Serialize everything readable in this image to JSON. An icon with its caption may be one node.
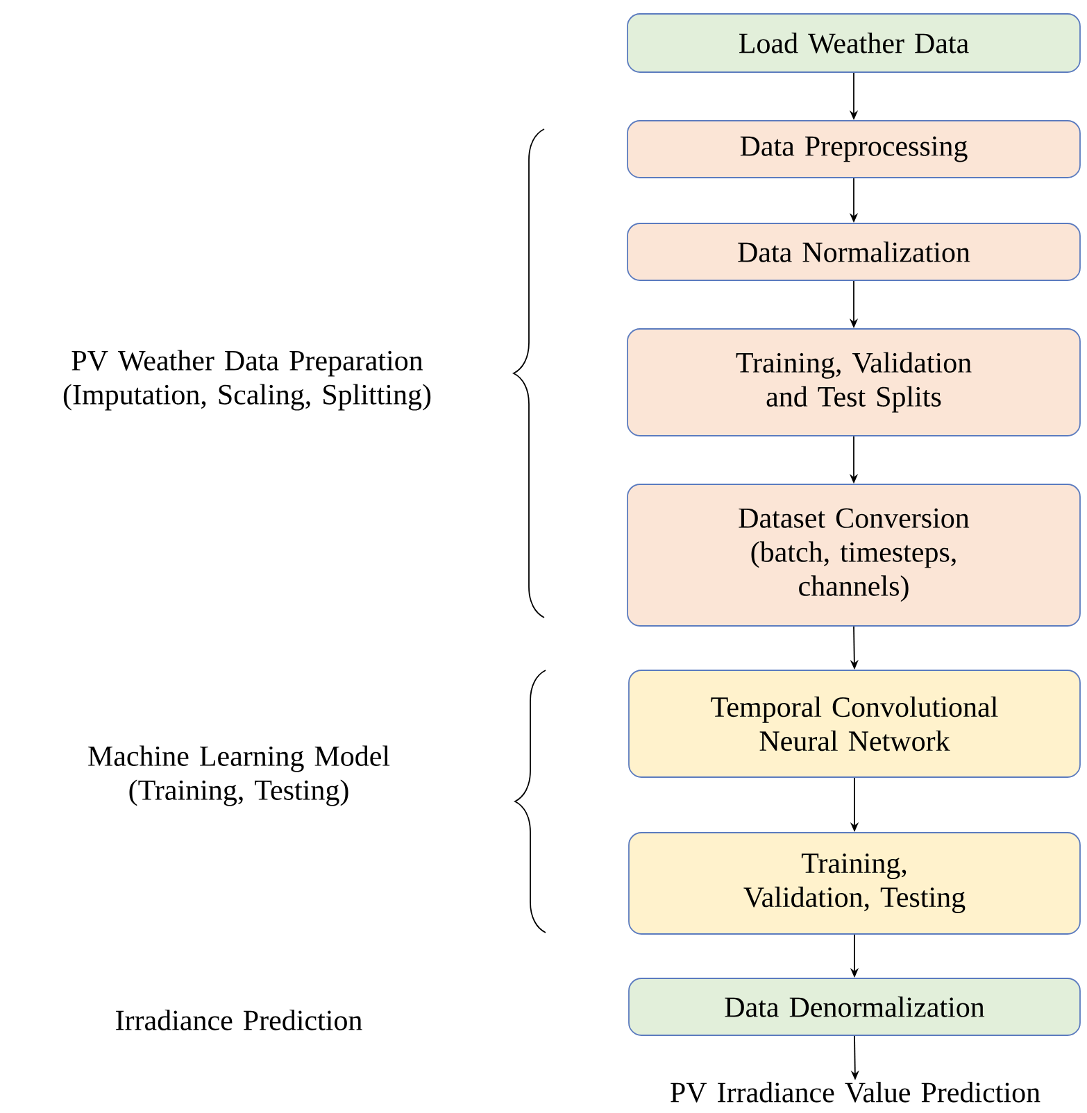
{
  "diagram": {
    "nodes": [
      {
        "text": [
          "Load Weather Data"
        ]
      },
      {
        "text": [
          "Data Preprocessing"
        ]
      },
      {
        "text": [
          "Data Normalization"
        ]
      },
      {
        "text": [
          "Training, Validation and Test Splits"
        ]
      },
      {
        "text": [
          "Dataset Conversion (batch, timesteps, channels)"
        ]
      },
      {
        "text": [
          "Temporal Convolutional Neural Network"
        ]
      },
      {
        "text": [
          "Training, Validation, Testing"
        ]
      },
      {
        "text": [
          "Data Denormalization"
        ]
      },
      {
        "text": [
          "PV Irradiance Value Prediction"
        ]
      }
    ],
    "edges": [
      {
        "from": 0,
        "to": 1,
        "arrow": "to"
      },
      {
        "from": 1,
        "to": 2,
        "arrow": "to"
      },
      {
        "from": 2,
        "to": 3,
        "arrow": "to"
      },
      {
        "from": 3,
        "to": 4,
        "arrow": "to"
      },
      {
        "from": 4,
        "to": 5,
        "arrow": "to"
      },
      {
        "from": 5,
        "to": 6,
        "arrow": "to"
      },
      {
        "from": 6,
        "to": 7,
        "arrow": "to"
      },
      {
        "from": 7,
        "to": 8,
        "arrow": "to"
      }
    ],
    "labels": [
      "PV Weather Data Preparation (Imputation, Scaling, Splitting)",
      "Machine Learning Model (Training, Testing)",
      "Irradiance Prediction"
    ]
  }
}
